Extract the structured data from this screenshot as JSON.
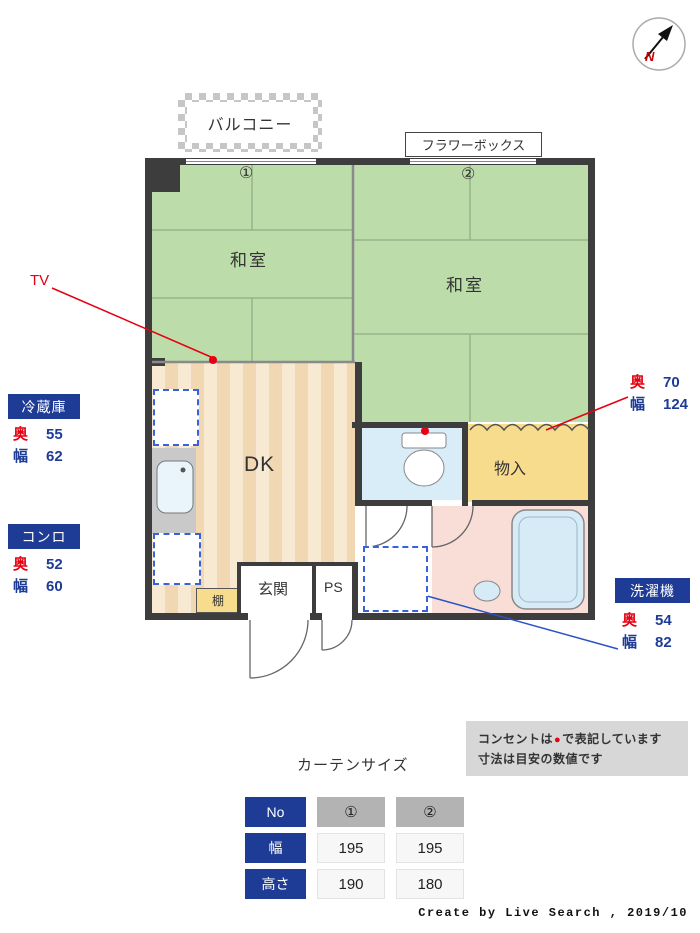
{
  "compass": {
    "north": "N"
  },
  "floorplan": {
    "balcony": "バルコニー",
    "flower_box": "フラワーボックス",
    "marker1": "①",
    "marker2": "②",
    "washitsu1": "和室",
    "washitsu2": "和室",
    "dk": "DK",
    "mono_ire": "物入",
    "genkan": "玄関",
    "ps": "PS",
    "tana": "棚"
  },
  "annotations": {
    "tv": "TV",
    "fridge": {
      "name": "冷蔵庫",
      "depth_label": "奥",
      "depth": "55",
      "width_label": "幅",
      "width": "62"
    },
    "stove": {
      "name": "コンロ",
      "depth_label": "奥",
      "depth": "52",
      "width_label": "幅",
      "width": "60"
    },
    "closet": {
      "depth_label": "奥",
      "depth": "70",
      "width_label": "幅",
      "width": "124"
    },
    "washer": {
      "name": "洗濯機",
      "depth_label": "奥",
      "depth": "54",
      "width_label": "幅",
      "width": "82"
    }
  },
  "curtain_table": {
    "title": "カーテンサイズ",
    "rows": [
      {
        "label": "No",
        "v1": "①",
        "v2": "②"
      },
      {
        "label": "幅",
        "v1": "195",
        "v2": "195"
      },
      {
        "label": "高さ",
        "v1": "190",
        "v2": "180"
      }
    ]
  },
  "note": {
    "line1_before": "コンセントは",
    "dot": "●",
    "line1_after": "で表記しています",
    "line2": "寸法は目安の数値です"
  },
  "credit": "Create by Live Search , 2019/10",
  "colors": {
    "tatami_green": "#bcdcaa",
    "dk_stripe_light": "#f8e9d3",
    "dk_stripe_dark": "#f1d7b2",
    "closet_yellow": "#f8dc8e",
    "fixture_blue": "#d6ebf6",
    "bath_pink": "#f8ded6",
    "wall": "#3d3d3d",
    "label_blue": "#1e3c96",
    "accent_red": "#e60012"
  }
}
